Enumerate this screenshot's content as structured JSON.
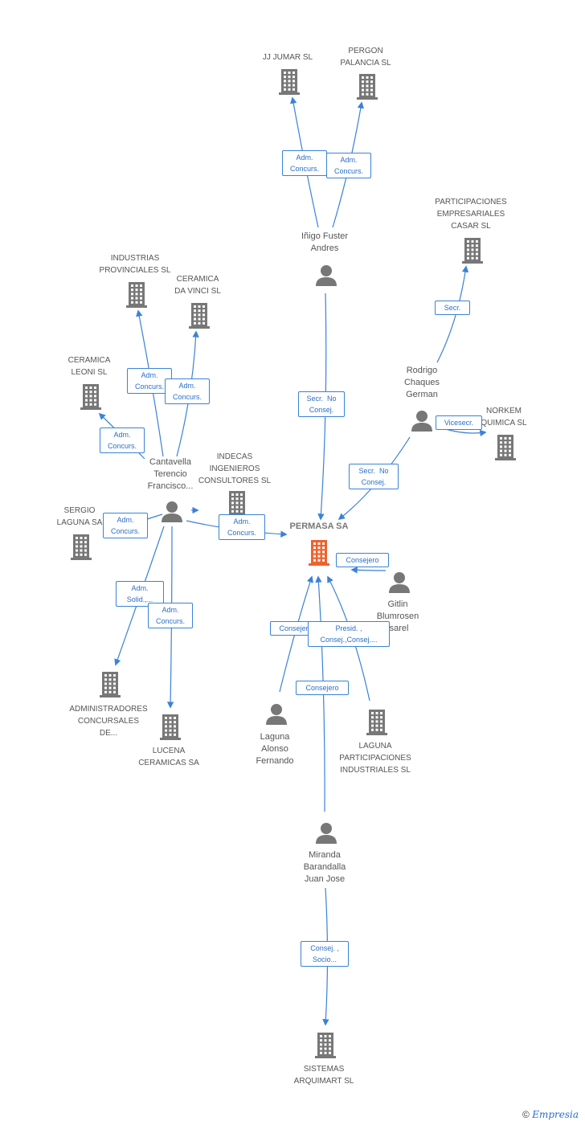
{
  "nodes": [
    {
      "id": "permasa",
      "name": "PERMASA SA",
      "kind": "company",
      "main": true
    },
    {
      "id": "jjjumar",
      "name": "JJ JUMAR SL",
      "kind": "company"
    },
    {
      "id": "pergon",
      "name": "PERGON\nPALANCIA SL",
      "kind": "company"
    },
    {
      "id": "inigo",
      "name": "Iñigo Fuster\nAndres",
      "kind": "person"
    },
    {
      "id": "partcasar",
      "name": "PARTICIPACIONES\nEMPRESARIALES\nCASAR SL",
      "kind": "company"
    },
    {
      "id": "rodrigo",
      "name": "Rodrigo\nChaques\nGerman",
      "kind": "person"
    },
    {
      "id": "norkem",
      "name": "NORKEM\nQUIMICA SL",
      "kind": "company"
    },
    {
      "id": "indprov",
      "name": "INDUSTRIAS\nPROVINCIALES SL",
      "kind": "company"
    },
    {
      "id": "ceramdavinci",
      "name": "CERAMICA\nDA VINCI SL",
      "kind": "company"
    },
    {
      "id": "ceramleoni",
      "name": "CERAMICA\nLEONI SL",
      "kind": "company"
    },
    {
      "id": "cantavella",
      "name": "Cantavella\nTerencio\nFrancisco...",
      "kind": "person"
    },
    {
      "id": "indecas",
      "name": "INDECAS\nINGENIEROS\nCONSULTORES SL",
      "kind": "company"
    },
    {
      "id": "sergio",
      "name": "SERGIO\nLAGUNA SA",
      "kind": "company"
    },
    {
      "id": "gitlin",
      "name": "Gitlin\nBlumrosen\nIsarel",
      "kind": "person"
    },
    {
      "id": "admconc",
      "name": "ADMINISTRADORES\nCONCURSALES\nDE...",
      "kind": "company"
    },
    {
      "id": "lucena",
      "name": "LUCENA\nCERAMICAS SA",
      "kind": "company"
    },
    {
      "id": "lagunaalonso",
      "name": "Laguna\nAlonso\nFernando",
      "kind": "person"
    },
    {
      "id": "lagunapart",
      "name": "LAGUNA\nPARTICIPACIONES\nINDUSTRIALES SL",
      "kind": "company"
    },
    {
      "id": "miranda",
      "name": "Miranda\nBarandalla\nJuan Jose",
      "kind": "person"
    },
    {
      "id": "sistemas",
      "name": "SISTEMAS\nARQUIMART SL",
      "kind": "company"
    }
  ],
  "edges": [
    {
      "from": "inigo",
      "to": "jjjumar",
      "label": "Adm.\nConcurs."
    },
    {
      "from": "inigo",
      "to": "pergon",
      "label": "Adm.\nConcurs."
    },
    {
      "from": "inigo",
      "to": "permasa",
      "label": "Secr.  No\nConsej."
    },
    {
      "from": "rodrigo",
      "to": "partcasar",
      "label": "Secr."
    },
    {
      "from": "rodrigo",
      "to": "norkem",
      "label": "Vicesecr."
    },
    {
      "from": "rodrigo",
      "to": "permasa",
      "label": "Secr.  No\nConsej."
    },
    {
      "from": "cantavella",
      "to": "indprov",
      "label": "Adm.\nConcurs."
    },
    {
      "from": "cantavella",
      "to": "ceramdavinci",
      "label": "Adm.\nConcurs."
    },
    {
      "from": "cantavella",
      "to": "ceramleoni",
      "label": "Adm.\nConcurs."
    },
    {
      "from": "cantavella",
      "to": "indecas",
      "label": ""
    },
    {
      "from": "cantavella",
      "to": "sergio",
      "label": "Adm.\nConcurs."
    },
    {
      "from": "cantavella",
      "to": "permasa",
      "label": "Adm.\nConcurs."
    },
    {
      "from": "cantavella",
      "to": "admconc",
      "label": "Adm.\nSolid.,..."
    },
    {
      "from": "cantavella",
      "to": "lucena",
      "label": "Adm.\nConcurs."
    },
    {
      "from": "gitlin",
      "to": "permasa",
      "label": "Consejero"
    },
    {
      "from": "lagunaalonso",
      "to": "permasa",
      "label": "Consejero"
    },
    {
      "from": "lagunapart",
      "to": "permasa",
      "label": "Presid. ,\nConsej.,Consej...."
    },
    {
      "from": "miranda",
      "to": "permasa",
      "label": "Consejero"
    },
    {
      "from": "miranda",
      "to": "sistemas",
      "label": "Consej. ,\nSocio..."
    }
  ],
  "colors": {
    "edge": "#3a82d8",
    "node_icon": "#777777",
    "main_icon": "#f0622d"
  },
  "footer": {
    "copyright": "©",
    "brand": "Empresia"
  }
}
